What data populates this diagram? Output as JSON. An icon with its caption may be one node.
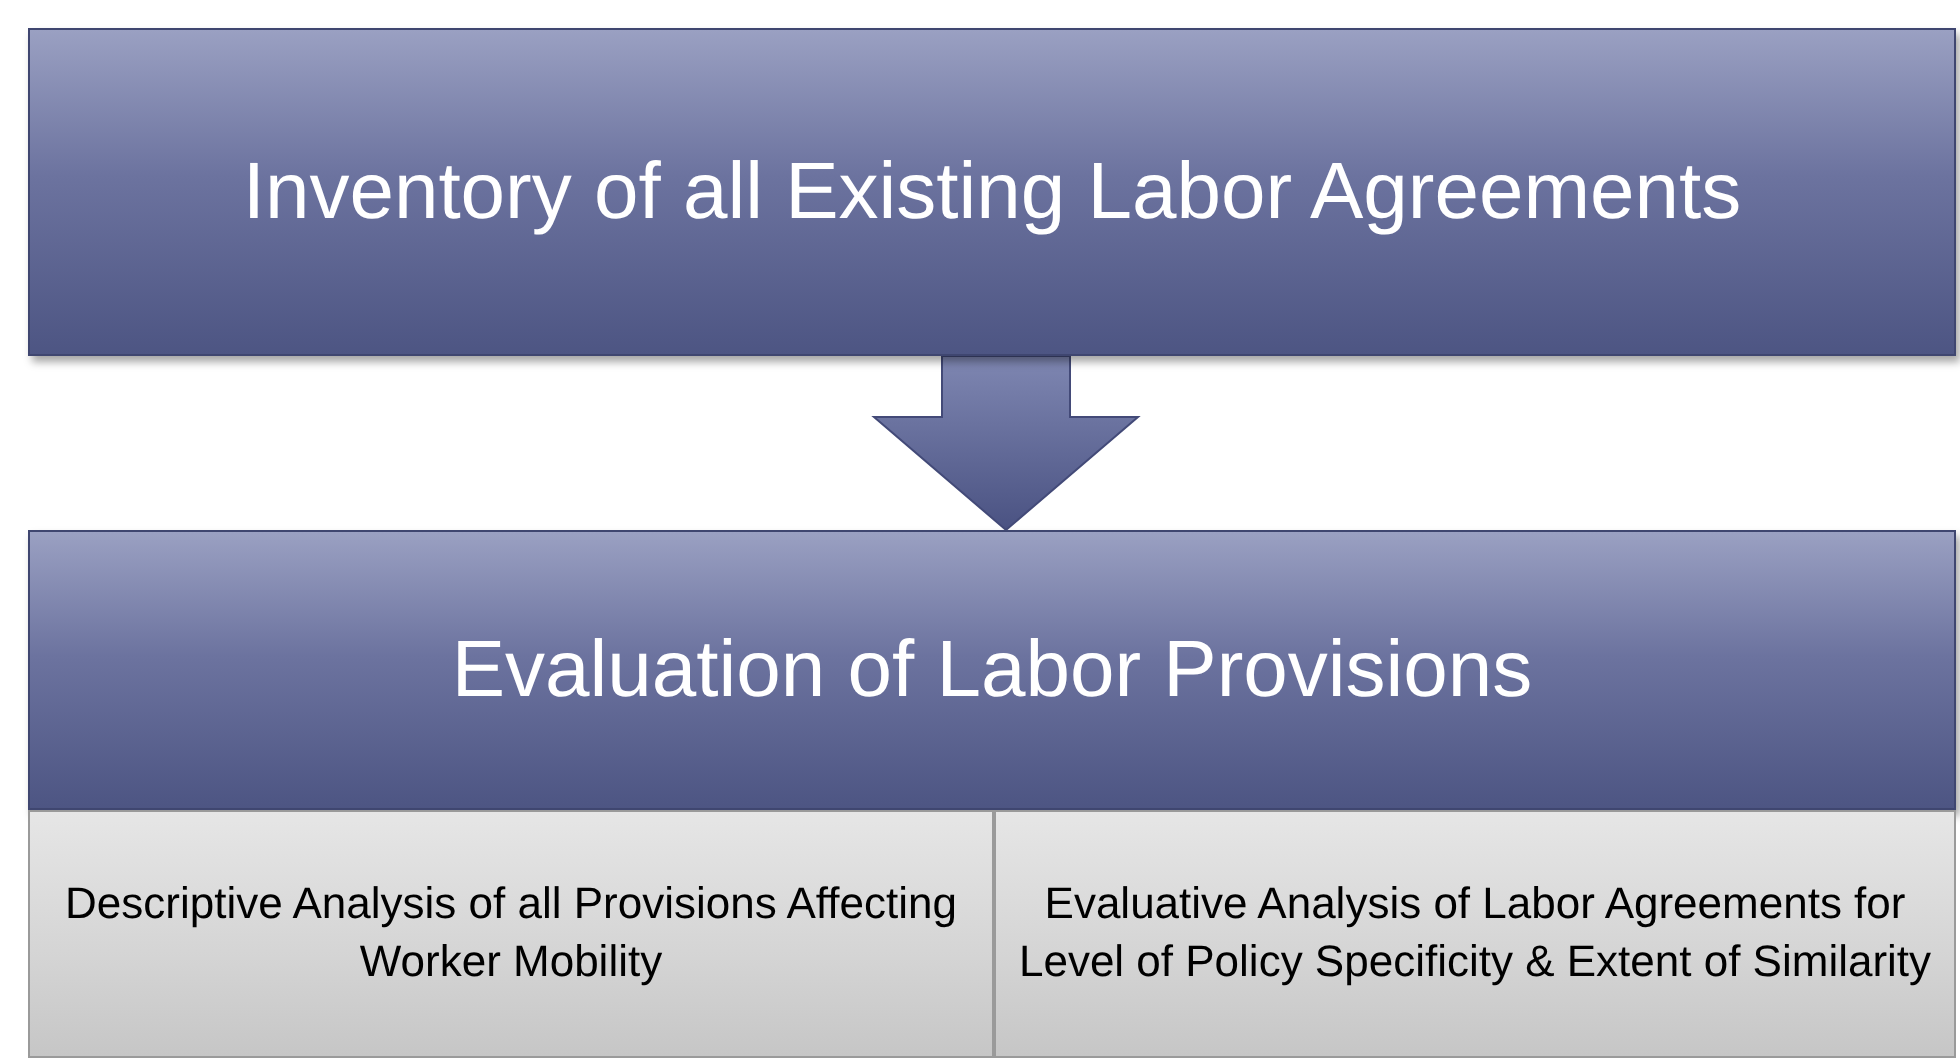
{
  "diagram": {
    "nodes": [
      {
        "text": [
          "Inventory of all Existing Labor Agreements"
        ]
      },
      {
        "text": [
          "Evaluation of Labor Provisions"
        ]
      },
      {
        "text": [
          "Descriptive Analysis of all Provisions Affecting Worker Mobility"
        ]
      },
      {
        "text": [
          "Evaluative Analysis of Labor Agreements for Level of Policy Specificity & Extent of Similarity"
        ]
      }
    ],
    "edges": [
      {
        "from": 0,
        "to": 1,
        "arrow": "to"
      }
    ]
  }
}
